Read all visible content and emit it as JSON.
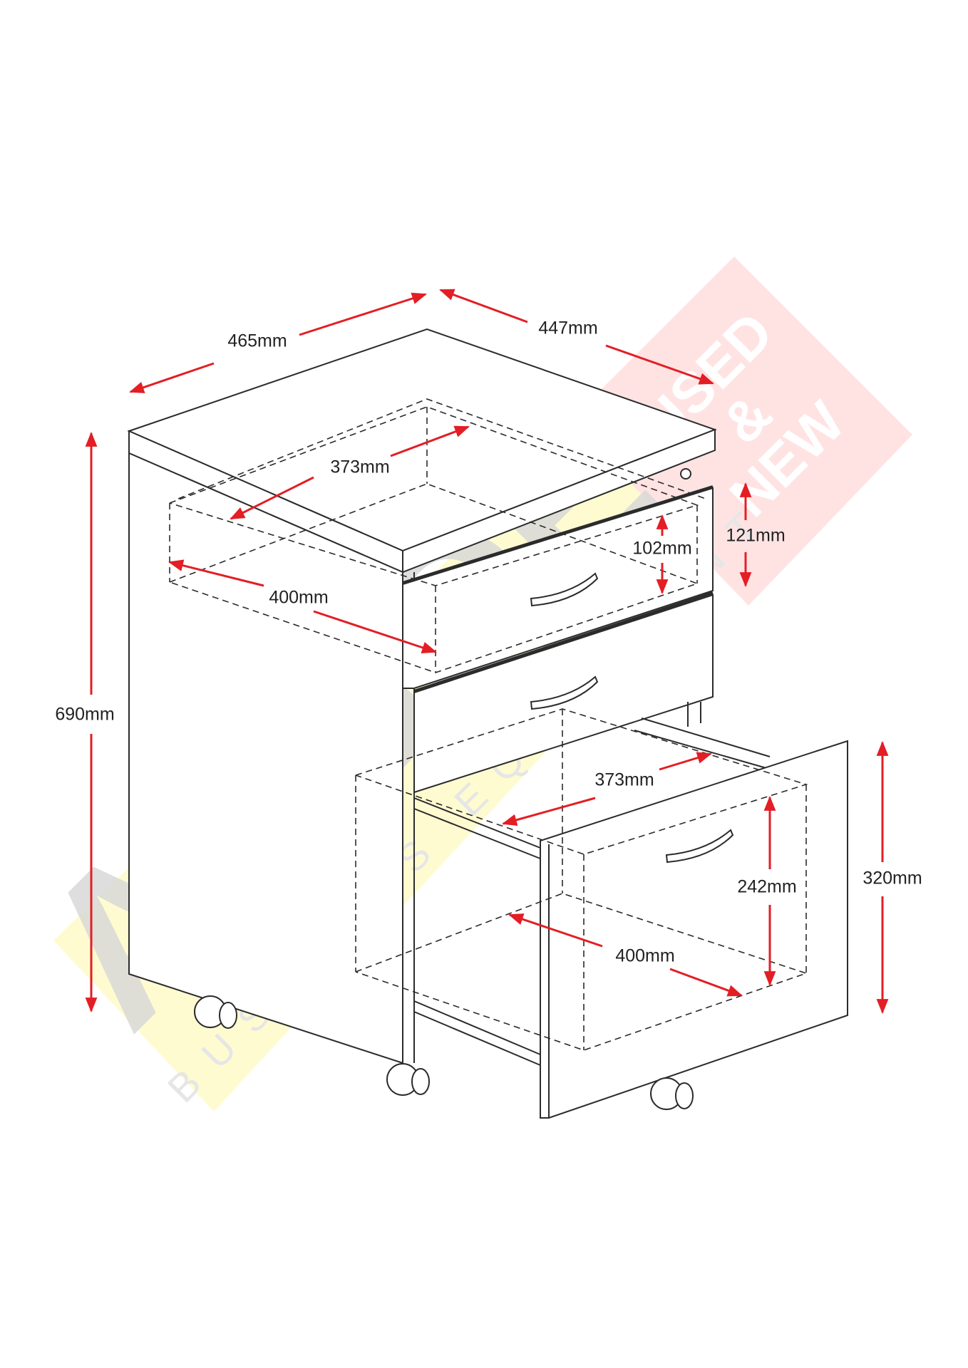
{
  "colors": {
    "dimension_arrow": "#e31e24",
    "outline": "#2b2b2b",
    "watermark_yellow": "#fffbd0",
    "watermark_pink": "#ffe3e3",
    "watermark_gray": "#d9d9d9"
  },
  "watermark": {
    "brand": "ABSOE",
    "tagline": "BUSINESS EQUIPMENT",
    "badge_line1": "USED",
    "badge_line2": "&",
    "badge_line3": "NEW"
  },
  "dimensions": {
    "overall_depth": "465mm",
    "overall_width": "447mm",
    "overall_height": "690mm",
    "top_drawer_inner_width": "373mm",
    "top_drawer_inner_depth": "400mm",
    "top_drawer_inner_height": "102mm",
    "top_drawer_front_height": "121mm",
    "file_drawer_inner_width": "373mm",
    "file_drawer_inner_depth": "400mm",
    "file_drawer_inner_height": "242mm",
    "file_drawer_front_height": "320mm"
  }
}
